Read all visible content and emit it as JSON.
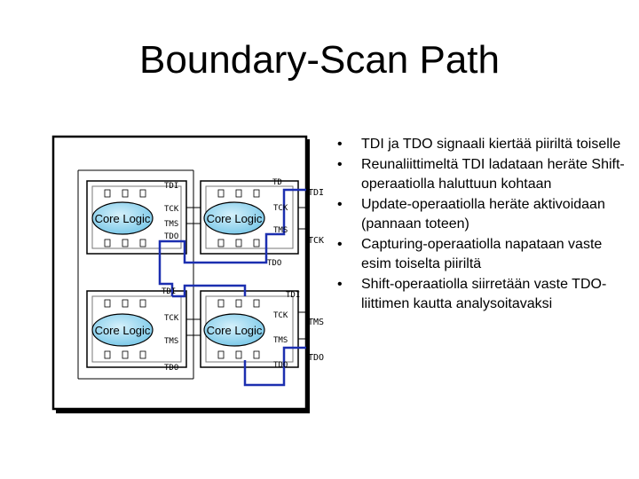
{
  "slide": {
    "title": "Boundary-Scan Path"
  },
  "diagram": {
    "core_label": "Core Logic",
    "chip_pins": {
      "tdi": "TDI",
      "tck": "TCK",
      "tms": "TMS",
      "tdo": "TDO"
    },
    "top_right_pins": {
      "tdi": "TD",
      "tck": "TCK",
      "tms": "TMS"
    },
    "board_pins": {
      "tdi": "TDI",
      "tck": "TCK",
      "tms": "TMS",
      "tdo": "TDO"
    },
    "mid_tdo": "TDO",
    "colors": {
      "tdi_tdo_chain": "#1c2fb0",
      "core_fill": "#8fd3ee",
      "cell_fill": "#ffffff",
      "shadow": "#000000"
    }
  },
  "bullets": {
    "marker": "•",
    "items": [
      "TDI ja TDO signaali kiertää piiriltä toiselle",
      "Reunaliittimeltä TDI ladataan heräte Shift-operaatiolla haluttuun kohtaan",
      "Update-operaatiolla heräte aktivoidaan (pannaan toteen)",
      "Capturing-operaatiolla napataan vaste esim toiselta piiriltä",
      "Shift-operaatiolla siirretään vaste TDO-liittimen kautta analysoitavaksi"
    ]
  }
}
